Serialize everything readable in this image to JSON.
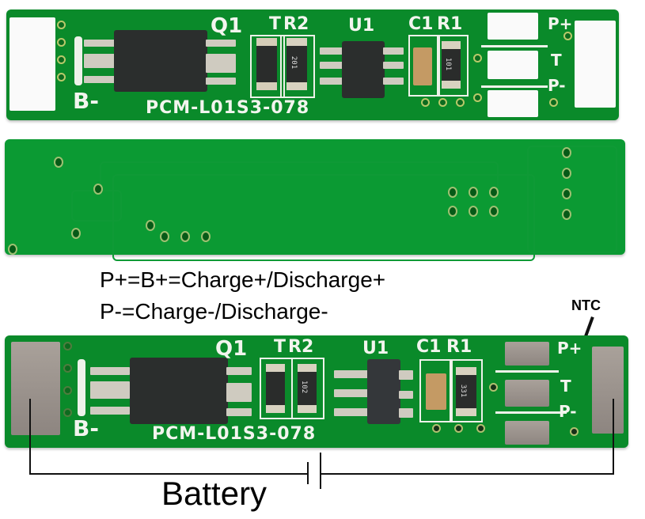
{
  "board_top": {
    "labels": {
      "q1": "Q1",
      "t": "T",
      "r2": "R2",
      "u1": "U1",
      "c1": "C1",
      "r1": "R1",
      "p_plus": "P+",
      "t_pin": "T",
      "p_minus": "P-",
      "b_minus": "B-",
      "model": "PCM-L01S3-078"
    },
    "component_markings": {
      "r2": "201",
      "r1": "101"
    }
  },
  "board_back": {
    "description": "Bottom side of PCB"
  },
  "notes": {
    "line1": "P+=B+=Charge+/Discharge+",
    "line2": "P-=Charge-/Discharge-",
    "ntc_label": "NTC"
  },
  "board_annotated": {
    "labels": {
      "q1": "Q1",
      "t": "T",
      "r2": "R2",
      "u1": "U1",
      "c1": "C1",
      "r1": "R1",
      "p_plus": "P+",
      "t_pin": "T",
      "p_minus": "P-",
      "b_minus": "B-",
      "model": "PCM-L01S3-078"
    },
    "component_markings": {
      "r2": "102",
      "r1": "331"
    }
  },
  "battery_label": "Battery",
  "colors": {
    "pcb_green": "#0a8a2a",
    "silkscreen": "#f2f5ee",
    "pad_white": "#fafafa",
    "pad_gray": "#9a928b"
  }
}
